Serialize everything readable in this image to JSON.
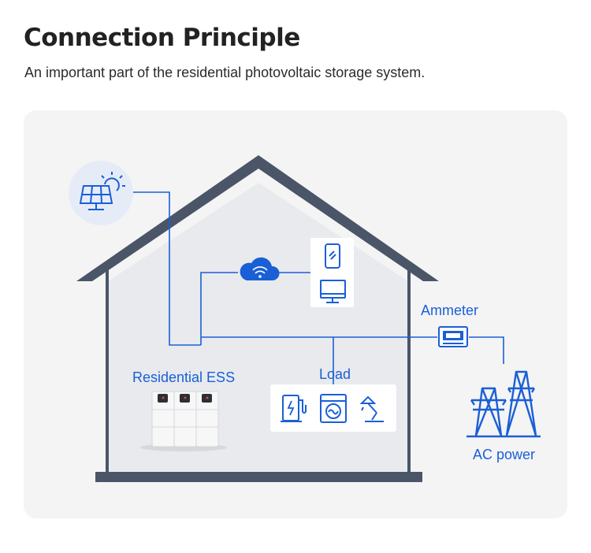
{
  "header": {
    "title": "Connection Principle",
    "subtitle": "An important part of the residential photovoltaic storage system."
  },
  "diagram": {
    "labels": {
      "ess": "Residential ESS",
      "load": "Load",
      "ammeter": "Ammeter",
      "ac_power": "AC power"
    },
    "icons": [
      "solar-panel-icon",
      "sun-icon",
      "cloud-wifi-icon",
      "smartphone-icon",
      "monitor-icon",
      "ev-charger-icon",
      "washing-machine-icon",
      "desk-lamp-icon",
      "ammeter-icon",
      "power-tower-icon",
      "battery-cabinet-icon"
    ]
  },
  "colors": {
    "accent": "#1a5fd6",
    "roof": "#4a5568",
    "house_fill": "#e8eaee",
    "panel_bg": "#f4f4f5"
  }
}
